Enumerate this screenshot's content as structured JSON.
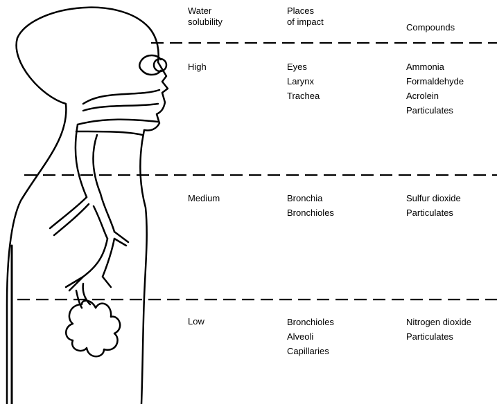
{
  "headers": {
    "water_solubility": [
      "Water",
      "solubility"
    ],
    "places_of_impact": [
      "Places",
      "of impact"
    ],
    "compounds": "Compounds"
  },
  "rows": [
    {
      "solubility": "High",
      "places": [
        "Eyes",
        "Larynx",
        "Trachea"
      ],
      "compounds": [
        "Ammonia",
        "Formaldehyde",
        "Acrolein",
        "Particulates"
      ]
    },
    {
      "solubility": "Medium",
      "places": [
        "Bronchia",
        "Bronchioles"
      ],
      "compounds": [
        "Sulfur dioxide",
        "Particulates"
      ]
    },
    {
      "solubility": "Low",
      "places": [
        "Bronchioles",
        "Alveoli",
        "Capillaries"
      ],
      "compounds": [
        "Nitrogen dioxide",
        "Particulates"
      ]
    }
  ],
  "colors": {
    "ink": "#000000",
    "background": "#ffffff"
  },
  "figure": {
    "icon": "human-respiratory-tract-illustration"
  }
}
